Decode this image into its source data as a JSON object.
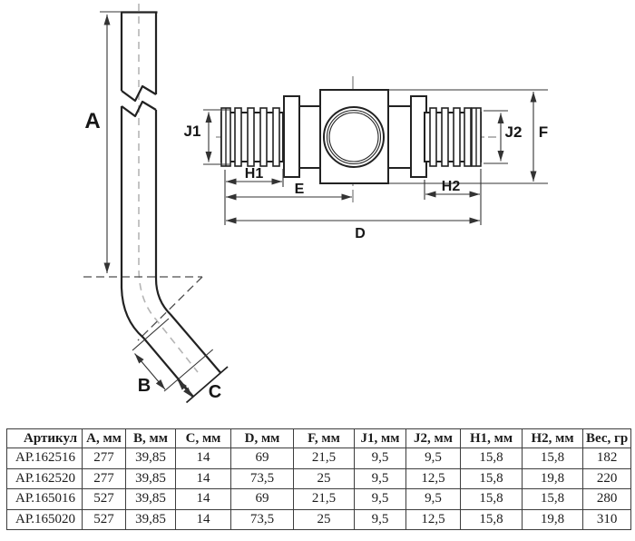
{
  "labels": {
    "a": "A",
    "b": "B",
    "c": "C",
    "j1": "J1",
    "j2": "J2",
    "f": "F",
    "h1": "H1",
    "h2": "H2",
    "e": "E",
    "d": "D"
  },
  "table": {
    "headers": [
      "Артикул",
      "A, мм",
      "B, мм",
      "C, мм",
      "D, мм",
      "F, мм",
      "J1, мм",
      "J2, мм",
      "H1, мм",
      "H2, мм",
      "Вес, гр"
    ],
    "rows": [
      [
        "АР.162516",
        "277",
        "39,85",
        "14",
        "69",
        "21,5",
        "9,5",
        "9,5",
        "15,8",
        "15,8",
        "182"
      ],
      [
        "АР.162520",
        "277",
        "39,85",
        "14",
        "73,5",
        "25",
        "9,5",
        "12,5",
        "15,8",
        "19,8",
        "220"
      ],
      [
        "АР.165016",
        "527",
        "39,85",
        "14",
        "69",
        "21,5",
        "9,5",
        "9,5",
        "15,8",
        "15,8",
        "280"
      ],
      [
        "АР.165020",
        "527",
        "39,85",
        "14",
        "73,5",
        "25",
        "9,5",
        "12,5",
        "15,8",
        "19,8",
        "310"
      ]
    ]
  },
  "colors": {
    "line": "#222222",
    "dim": "#333333",
    "centerline": "#6e6e6e",
    "pipe_centerline": "#b5b5b5",
    "construction": "#4d4d4d",
    "table_border": "#3d3d3d",
    "text": "#1c1c1c",
    "background": "#ffffff"
  }
}
